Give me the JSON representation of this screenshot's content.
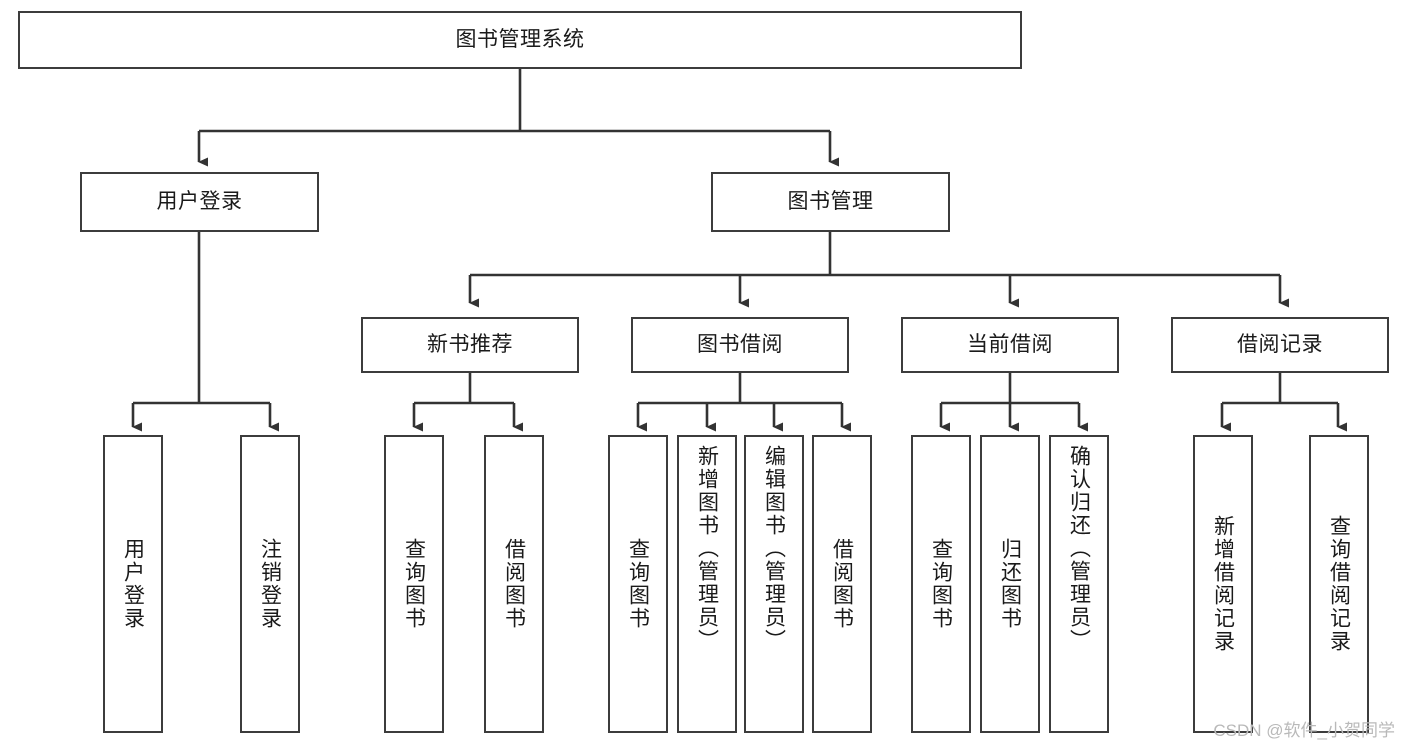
{
  "diagram": {
    "type": "hierarchy-tree",
    "title": "图书管理系统",
    "watermark": "CSDN @软件_小贺同学",
    "colors": {
      "box_border": "#3c3c3c",
      "box_fill": "#ffffff",
      "connector": "#333333",
      "text": "#1a1a1a",
      "watermark": "#b9b9b9"
    },
    "levels": {
      "root": {
        "label": "图书管理系统"
      },
      "level2": [
        {
          "label": "用户登录"
        },
        {
          "label": "图书管理"
        }
      ],
      "level3": [
        {
          "label": "新书推荐"
        },
        {
          "label": "图书借阅"
        },
        {
          "label": "当前借阅"
        },
        {
          "label": "借阅记录"
        }
      ],
      "leaves": {
        "user_login": [
          {
            "label": "用户登录"
          },
          {
            "label": "注销登录"
          }
        ],
        "new_book_recommend": [
          {
            "label": "查询图书"
          },
          {
            "label": "借阅图书"
          }
        ],
        "book_borrow": [
          {
            "label": "查询图书"
          },
          {
            "label": "新增图书（管理员）"
          },
          {
            "label": "编辑图书（管理员）"
          },
          {
            "label": "借阅图书"
          }
        ],
        "current_borrow": [
          {
            "label": "查询图书"
          },
          {
            "label": "归还图书"
          },
          {
            "label": "确认归还（管理员）"
          }
        ],
        "borrow_record": [
          {
            "label": "新增借阅记录"
          },
          {
            "label": "查询借阅记录"
          }
        ]
      }
    }
  }
}
